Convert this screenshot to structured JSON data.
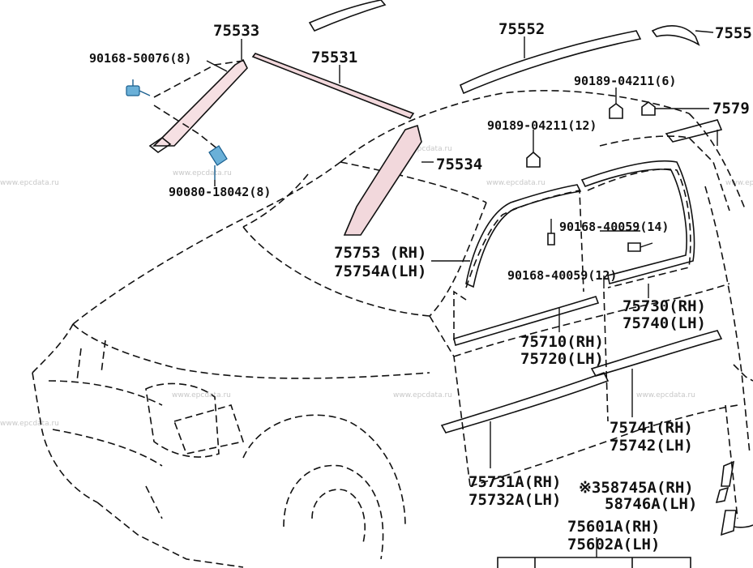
{
  "watermark": "www.epcdata.ru",
  "labels": [
    {
      "id": "75533",
      "lines": [
        "75533"
      ]
    },
    {
      "id": "90168-50076",
      "lines": [
        "90168-50076(8)"
      ]
    },
    {
      "id": "75531",
      "lines": [
        "75531"
      ]
    },
    {
      "id": "75552",
      "lines": [
        "75552"
      ]
    },
    {
      "id": "7555",
      "lines": [
        "7555"
      ]
    },
    {
      "id": "90189-04211-6",
      "lines": [
        "90189-04211(6)"
      ]
    },
    {
      "id": "7579",
      "lines": [
        "7579"
      ]
    },
    {
      "id": "90189-04211-12",
      "lines": [
        "90189-04211(12)"
      ]
    },
    {
      "id": "75534",
      "lines": [
        "75534"
      ]
    },
    {
      "id": "90080-18042",
      "lines": [
        "90080-18042(8)"
      ]
    },
    {
      "id": "90168-40059-14",
      "lines": [
        "90168-40059(14)"
      ]
    },
    {
      "id": "75753",
      "lines": [
        "75753  (RH)",
        "75754A(LH)"
      ]
    },
    {
      "id": "90168-40059-12",
      "lines": [
        "90168-40059(12)"
      ]
    },
    {
      "id": "75730",
      "lines": [
        "75730(RH)",
        "75740(LH)"
      ]
    },
    {
      "id": "75710",
      "lines": [
        "75710(RH)",
        "75720(LH)"
      ]
    },
    {
      "id": "75741",
      "lines": [
        "75741(RH)",
        "75742(LH)"
      ]
    },
    {
      "id": "75731A",
      "lines": [
        "75731A(RH)",
        "75732A(LH)"
      ]
    },
    {
      "id": "58745A",
      "lines": [
        "※358745A(RH)",
        "58746A(LH)"
      ]
    },
    {
      "id": "75601A",
      "lines": [
        "75601A(RH)",
        "75602A(LH)"
      ]
    }
  ],
  "colors": {
    "highlight": "#f2d8dc",
    "fastener": "#6ab0d8",
    "ink": "#111111"
  }
}
